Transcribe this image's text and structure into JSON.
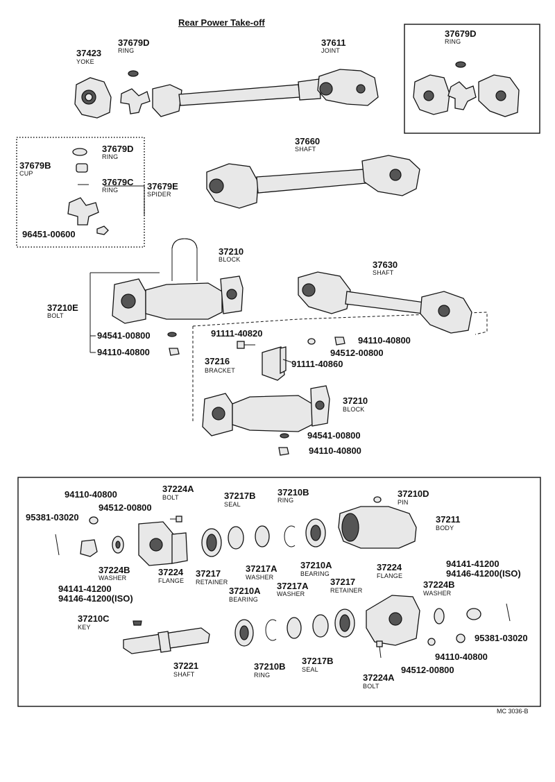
{
  "title": "Rear Power Take-off",
  "code": "MC 3036-B",
  "parts": {
    "p37423": {
      "number": "37423",
      "name": "YOKE"
    },
    "p37679D_a": {
      "number": "37679D",
      "name": "RING"
    },
    "p37611": {
      "number": "37611",
      "name": "JOINT"
    },
    "p37679D_b": {
      "number": "37679D",
      "name": "RING"
    },
    "p37679D_c": {
      "number": "37679D",
      "name": "RING"
    },
    "p37679B": {
      "number": "37679B",
      "name": "CUP"
    },
    "p37679C": {
      "number": "37679C",
      "name": "RING"
    },
    "p37679E": {
      "number": "37679E",
      "name": "SPIDER"
    },
    "p96451": {
      "number": "96451-00600"
    },
    "p37660": {
      "number": "37660",
      "name": "SHAFT"
    },
    "p37210_a": {
      "number": "37210",
      "name": "BLOCK"
    },
    "p37210E": {
      "number": "37210E",
      "name": "BOLT"
    },
    "p94541_a": {
      "number": "94541-00800"
    },
    "p94110_a": {
      "number": "94110-40800"
    },
    "p37630": {
      "number": "37630",
      "name": "SHAFT"
    },
    "p91111_40820": {
      "number": "91111-40820"
    },
    "p94110_b": {
      "number": "94110-40800"
    },
    "p94512_a": {
      "number": "94512-00800"
    },
    "p37216": {
      "number": "37216",
      "name": "BRACKET"
    },
    "p91111_40860": {
      "number": "91111-40860"
    },
    "p37210_b": {
      "number": "37210",
      "name": "BLOCK"
    },
    "p94541_b": {
      "number": "94541-00800"
    },
    "p94110_c": {
      "number": "94110-40800"
    },
    "p94110_d": {
      "number": "94110-40800"
    },
    "p37224A_a": {
      "number": "37224A",
      "name": "BOLT"
    },
    "p37217B_a": {
      "number": "37217B",
      "name": "SEAL"
    },
    "p37210B_a": {
      "number": "37210B",
      "name": "RING"
    },
    "p37210D": {
      "number": "37210D",
      "name": "PIN"
    },
    "p94512_b": {
      "number": "94512-00800"
    },
    "p95381_a": {
      "number": "95381-03020"
    },
    "p37211": {
      "number": "37211",
      "name": "BODY"
    },
    "p37224B_a": {
      "number": "37224B",
      "name": "WASHER"
    },
    "p37224_a": {
      "number": "37224",
      "name": "FLANGE"
    },
    "p37217_a": {
      "number": "37217",
      "name": "RETAINER"
    },
    "p37217A_a": {
      "number": "37217A",
      "name": "WASHER"
    },
    "p37210A_a": {
      "number": "37210A",
      "name": "BEARING"
    },
    "p94141_a": {
      "number": "94141-41200",
      "number2": "94146-41200(ISO)"
    },
    "p37210A_b": {
      "number": "37210A",
      "name": "BEARING"
    },
    "p37217A_b": {
      "number": "37217A",
      "name": "WASHER"
    },
    "p37217_b": {
      "number": "37217",
      "name": "RETAINER"
    },
    "p37224_b": {
      "number": "37224",
      "name": "FLANGE"
    },
    "p37224B_b": {
      "number": "37224B",
      "name": "WASHER"
    },
    "p94141_b": {
      "number": "94141-41200",
      "number2": "94146-41200(ISO)"
    },
    "p37210C": {
      "number": "37210C",
      "name": "KEY"
    },
    "p37221": {
      "number": "37221",
      "name": "SHAFT"
    },
    "p37210B_b": {
      "number": "37210B",
      "name": "RING"
    },
    "p37217B_b": {
      "number": "37217B",
      "name": "SEAL"
    },
    "p37224A_b": {
      "number": "37224A",
      "name": "BOLT"
    },
    "p94512_c": {
      "number": "94512-00800"
    },
    "p94110_e": {
      "number": "94110-40800"
    },
    "p95381_b": {
      "number": "95381-03020"
    }
  }
}
